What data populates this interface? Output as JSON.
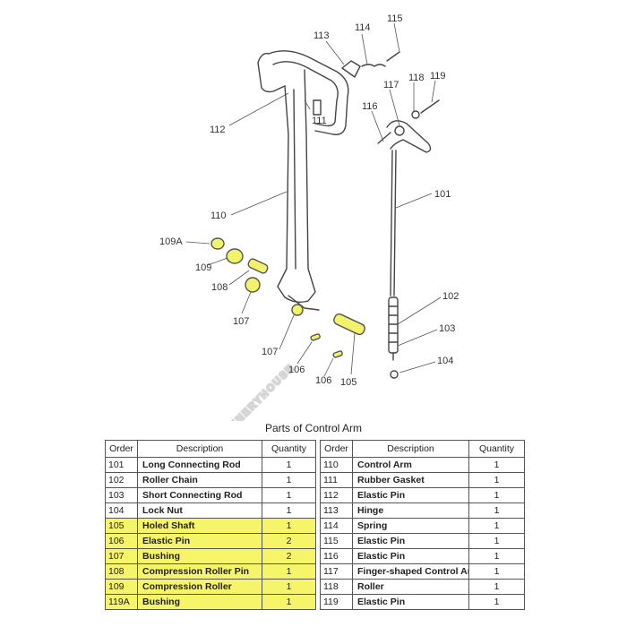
{
  "drawing": {
    "callouts": {
      "c101": "101",
      "c102": "102",
      "c103": "103",
      "c104": "104",
      "c105": "105",
      "c106a": "106",
      "c106b": "106",
      "c107a": "107",
      "c107b": "107",
      "c108": "108",
      "c109": "109",
      "c109a": "109A",
      "c110": "110",
      "c111": "111",
      "c112": "112",
      "c113": "113",
      "c114": "114",
      "c115": "115",
      "c116": "116",
      "c117": "117",
      "c118": "118",
      "c119": "119"
    },
    "watermark": "MACHINERYHOUSE"
  },
  "caption": "Parts of Control Arm",
  "table": {
    "headers": {
      "order": "Order",
      "description": "Description",
      "quantity": "Quantity"
    },
    "left": [
      {
        "order": "101",
        "description": "Long Connecting Rod",
        "quantity": "1",
        "highlight": false
      },
      {
        "order": "102",
        "description": "Roller Chain",
        "quantity": "1",
        "highlight": false
      },
      {
        "order": "103",
        "description": "Short Connecting Rod",
        "quantity": "1",
        "highlight": false
      },
      {
        "order": "104",
        "description": "Lock Nut",
        "quantity": "1",
        "highlight": false
      },
      {
        "order": "105",
        "description": "Holed Shaft",
        "quantity": "1",
        "highlight": true
      },
      {
        "order": "106",
        "description": "Elastic Pin",
        "quantity": "2",
        "highlight": true
      },
      {
        "order": "107",
        "description": "Bushing",
        "quantity": "2",
        "highlight": true
      },
      {
        "order": "108",
        "description": "Compression Roller Pin",
        "quantity": "1",
        "highlight": true
      },
      {
        "order": "109",
        "description": "Compression Roller",
        "quantity": "1",
        "highlight": true
      },
      {
        "order": "119A",
        "description": "Bushing",
        "quantity": "1",
        "highlight": true
      }
    ],
    "right": [
      {
        "order": "110",
        "description": "Control Arm",
        "quantity": "1"
      },
      {
        "order": "111",
        "description": "Rubber Gasket",
        "quantity": "1"
      },
      {
        "order": "112",
        "description": "Elastic Pin",
        "quantity": "1"
      },
      {
        "order": "113",
        "description": "Hinge",
        "quantity": "1"
      },
      {
        "order": "114",
        "description": "Spring",
        "quantity": "1"
      },
      {
        "order": "115",
        "description": "Elastic Pin",
        "quantity": "1"
      },
      {
        "order": "116",
        "description": "Elastic Pin",
        "quantity": "1"
      },
      {
        "order": "117",
        "description": "Finger-shaped Control Arm",
        "quantity": "1"
      },
      {
        "order": "118",
        "description": "Roller",
        "quantity": "1"
      },
      {
        "order": "119",
        "description": "Elastic Pin",
        "quantity": "1"
      }
    ]
  },
  "colors": {
    "highlight": "#f6f56a",
    "line": "#444444",
    "watermark": "#d6d6d6"
  }
}
